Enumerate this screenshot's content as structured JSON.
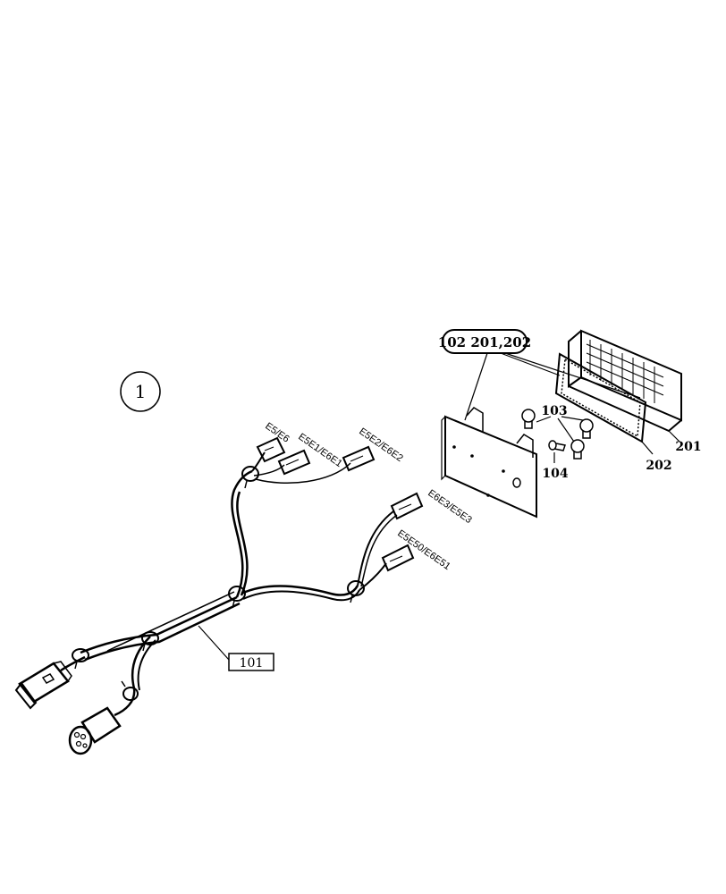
{
  "diagram": {
    "group_number": "1",
    "harness_callout": "101",
    "lamp_callout": "102 201,202",
    "bulb_label": "103",
    "small_bulb_label": "104",
    "lamp_body_label": "201",
    "gasket_label": "202",
    "connectors": {
      "c1": "E5/E6",
      "c2": "E5E1/E6E1",
      "c3": "E5E2/E6E2",
      "c4": "E6E3/E5E3",
      "c5": "E5E50/E6E51"
    }
  }
}
